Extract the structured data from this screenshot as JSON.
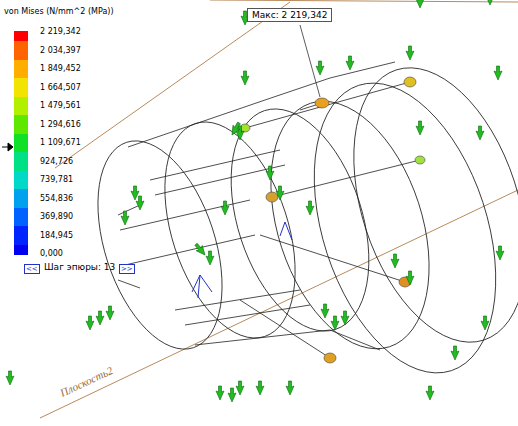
{
  "diagram": {
    "title": "von Mises (N/mm^2 (MPa))",
    "nodes": [
      {
        "text": [
          "Макс: 2 219,342"
        ]
      }
    ],
    "labels": [
      "<<",
      "Шаг эпюры: 13",
      ">>",
      "Плоскость2"
    ],
    "legend": [
      {
        "text": "2 219,342",
        "color": "#ff0000"
      },
      {
        "text": "2 034,397",
        "color": "#ff6400"
      },
      {
        "text": "1 849,452",
        "color": "#ffae00"
      },
      {
        "text": "1 664,507",
        "color": "#f2e400"
      },
      {
        "text": "1 479,561",
        "color": "#b2f000"
      },
      {
        "text": "1 294,616",
        "color": "#5ee800"
      },
      {
        "text": "1 109,671",
        "color": "#10e028"
      },
      {
        "text": "924,726",
        "color": "#00e084"
      },
      {
        "text": "739,781",
        "color": "#00d8c8"
      },
      {
        "text": "554,836",
        "color": "#00a2f0"
      },
      {
        "text": "369,890",
        "color": "#0062ff"
      },
      {
        "text": "184,945",
        "color": "#0024ff"
      },
      {
        "text": "0,000",
        "color": "#0000f0"
      }
    ]
  }
}
